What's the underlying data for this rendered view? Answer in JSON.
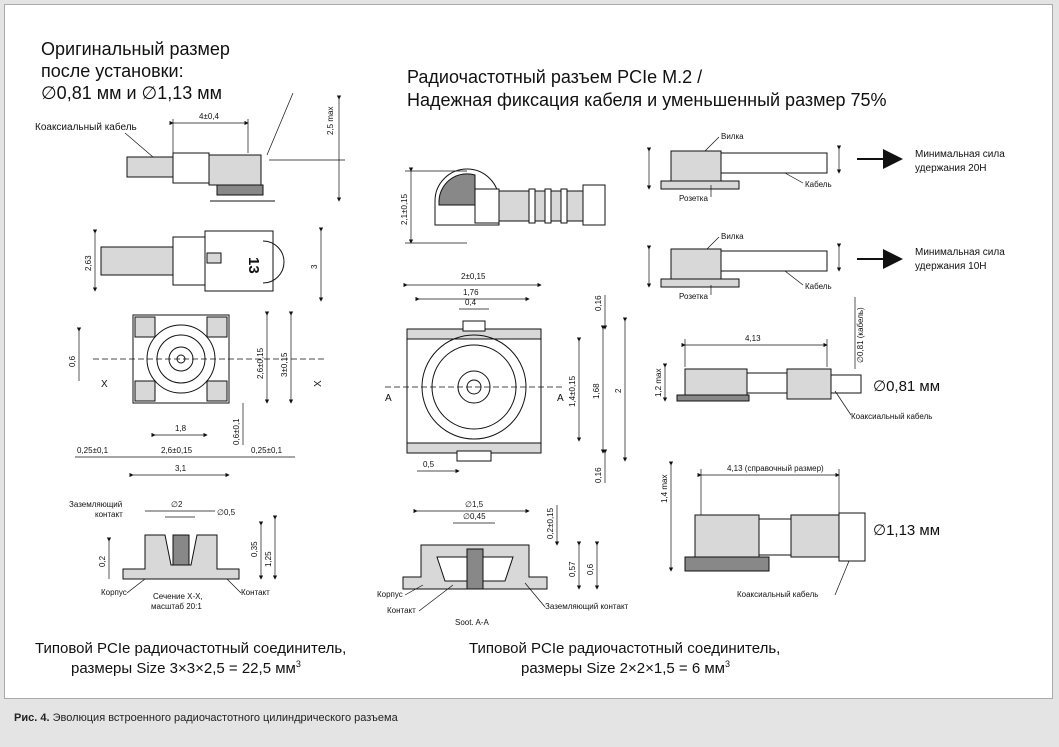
{
  "header_left": [
    "Оригинальный размер",
    "после установки:",
    "∅0,81 мм и ∅1,13 мм"
  ],
  "header_right": [
    "Радиочастотный разъем PCIe M.2 /",
    "Надежная фиксация кабеля и уменьшенный размер 75%"
  ],
  "left_labels": {
    "coax_cable": "Коаксиальный кабель",
    "dim_4": "4±0,4",
    "dim_25max": "2,5 max",
    "dim_263": "2,63",
    "dim_3": "3",
    "marking": "13",
    "dim_06": "0,6",
    "x_left": "X",
    "x_right": "X",
    "dim_26": "2,6±0,15",
    "dim_3pm": "3±0,15",
    "dim_18": "1,8",
    "dim_06pm": "0,6±0,1",
    "dim_025l": "0,25±0,1",
    "dim_26b": "2,6±0,15",
    "dim_025r": "0,25±0,1",
    "dim_31": "3,1",
    "ground": [
      "Заземляющий",
      "контакт"
    ],
    "d2": "∅2",
    "d05": "∅0,5",
    "dim_02": "0,2",
    "dim_035": "0,35",
    "dim_125": "1,25",
    "housing": "Корпус",
    "contact": "Контакт",
    "section": [
      "Сечение X-X,",
      "масштаб 20:1"
    ]
  },
  "middle_labels": {
    "dim_21": "2,1±0,15",
    "dim_2": "2±0,15",
    "dim_176": "1,76",
    "dim_04": "0,4",
    "dim_016t": "0,16",
    "a_left": "A",
    "a_right": "A",
    "dim_14": "1,4±0,15",
    "dim_168": "1,68",
    "dim_2r": "2",
    "dim_05": "0,5",
    "dim_016b": "0,16",
    "d15": "∅1,5",
    "d045": "∅0,45",
    "dim_02b": "0,2±0,15",
    "dim_057": "0,57",
    "dim_06": "0,6",
    "housing": "Корпус",
    "contact": "Контакт",
    "ground": "Заземляющий контакт",
    "section": "Soot. A-A"
  },
  "right_labels": {
    "plug1": "Вилка",
    "socket1": "Розетка",
    "cable1": "Кабель",
    "force1": [
      "Минимальная сила",
      "удержания 20Н"
    ],
    "plug2": "Вилка",
    "socket2": "Розетка",
    "cable2": "Кабель",
    "force2": [
      "Минимальная сила",
      "удержания 10Н"
    ],
    "dim_413": "4,13",
    "dim_081k": "∅0,81 (кабель)",
    "dim_12max": "1,2 max",
    "d081": "∅0,81 мм",
    "coax1": "Коаксиальный кабель",
    "dim_413ref": "4,13 (справочный размер)",
    "dim_14max": "1,4 max",
    "d113": "∅1,13 мм",
    "coax2": "Коаксиальный кабель"
  },
  "footer_left": [
    "Типовой PCIe радиочастотный соединитель,",
    "размеры Size 3×3×2,5 = 22,5 мм",
    "3"
  ],
  "footer_right": [
    "Типовой PCIe радиочастотный соединитель,",
    "размеры Size 2×2×1,5 = 6 мм",
    "3"
  ],
  "caption": {
    "label": "Рис. 4.",
    "text": " Эволюция встроенного радиочастотного цилиндрического разъема"
  }
}
